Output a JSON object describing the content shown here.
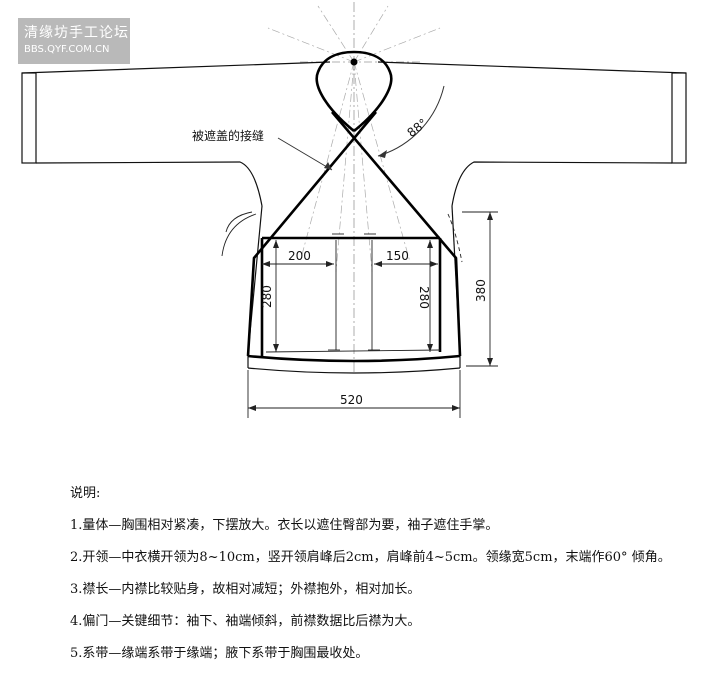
{
  "watermark": {
    "title": "清缘坊手工论坛",
    "url": "BBS.QYF.COM.CN"
  },
  "diagram": {
    "label_seam": "被遮盖的接缝",
    "label_angle": "88°",
    "dim_200": "200",
    "dim_150": "150",
    "dim_280_left": "280",
    "dim_280_right": "280",
    "dim_380": "380",
    "dim_520": "520"
  },
  "notes": {
    "heading": "说明:",
    "items": [
      "1.量体—胸围相对紧凑，下摆放大。衣长以遮住臀部为要，袖子遮住手掌。",
      "2.开领—中衣横开领为8~10cm，竖开领肩峰后2cm，肩峰前4~5cm。领缘宽5cm，末端作60° 倾角。",
      "3.襟长—内襟比较贴身，故相对减短；外襟抱外，相对加长。",
      "4.偏门—关键细节：袖下、袖端倾斜，前襟数据比后襟为大。",
      "5.系带—缘端系带于缘端；腋下系带于胸围最收处。"
    ]
  }
}
